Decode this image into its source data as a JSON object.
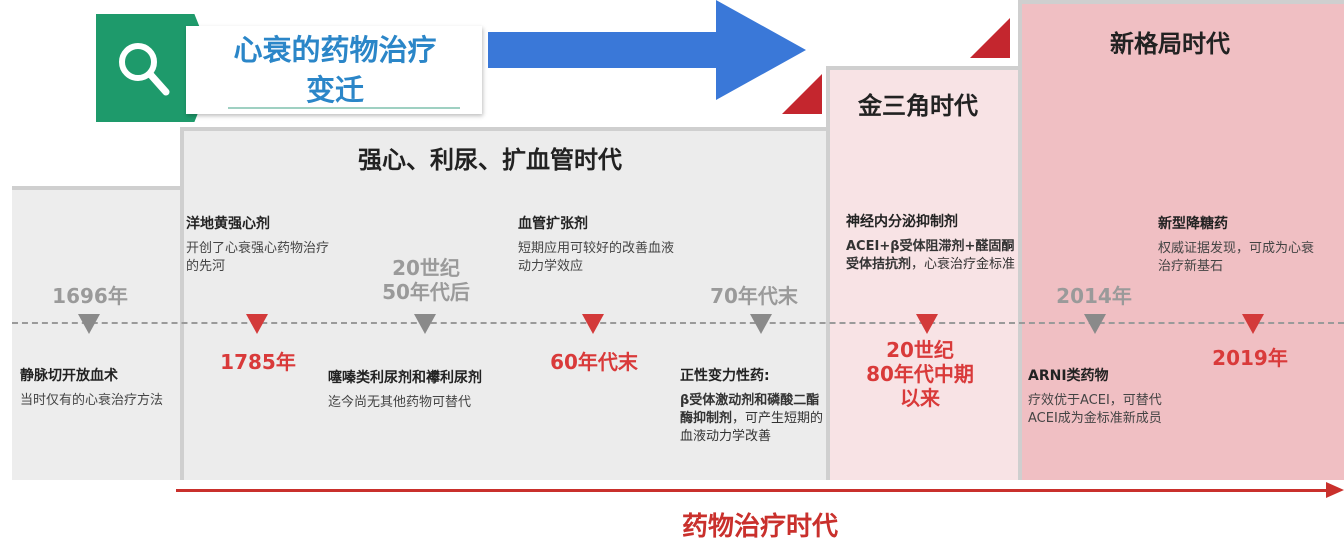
{
  "header": {
    "title": "心衰的药物治疗变迁",
    "title_line1": "心衰的药物治疗",
    "title_line2": "变迁",
    "icon": "search-icon"
  },
  "eras": {
    "classic": "强心、利尿、扩血管时代",
    "golden": "金三角时代",
    "new": "新格局时代"
  },
  "bottom_label": "药物治疗时代",
  "timeline": [
    {
      "date": "1696年",
      "marker_color": "gray",
      "event_title": "静脉切开放血术",
      "event_desc": "当时仅有的心衰治疗方法"
    },
    {
      "date": "1785年",
      "marker_color": "red",
      "event_title": "洋地黄强心剂",
      "event_desc": "开创了心衰强心药物治疗的先河"
    },
    {
      "date_line1": "20世纪",
      "date_line2": "50年代后",
      "marker_color": "gray",
      "event_title": "噻嗪类利尿剂和襻利尿剂",
      "event_desc": "迄今尚无其他药物可替代"
    },
    {
      "date": "60年代末",
      "marker_color": "red",
      "event_title": "血管扩张剂",
      "event_desc": "短期应用可较好的改善血液动力学效应"
    },
    {
      "date": "70年代末",
      "marker_color": "gray",
      "event_title": "正性变力性药:",
      "event_title2": "β受体激动剂和磷酸二酯酶抑制剂",
      "event_desc": "，可产生短期的血液动力学改善"
    },
    {
      "date_line1": "20世纪",
      "date_line2": "80年代中期",
      "date_line3": "以来",
      "marker_color": "red",
      "event_title": "神经内分泌抑制剂",
      "event_title2": "ACEI+β受体阻滞剂+醛固酮受体拮抗剂",
      "event_desc": "，心衰治疗金标准"
    },
    {
      "date": "2014年",
      "marker_color": "gray",
      "event_title": "ARNI类药物",
      "event_desc": "疗效优于ACEI，可替代ACEI成为金标准新成员"
    },
    {
      "date": "2019年",
      "marker_color": "red",
      "event_title": "新型降糖药",
      "event_desc": "权威证据发现，可成为心衰治疗新基石"
    }
  ],
  "colors": {
    "accent_red": "#d93a3a",
    "title_blue": "#2b86c8",
    "badge_green": "#1e9a6b",
    "arrow_blue": "#3a78d8"
  }
}
